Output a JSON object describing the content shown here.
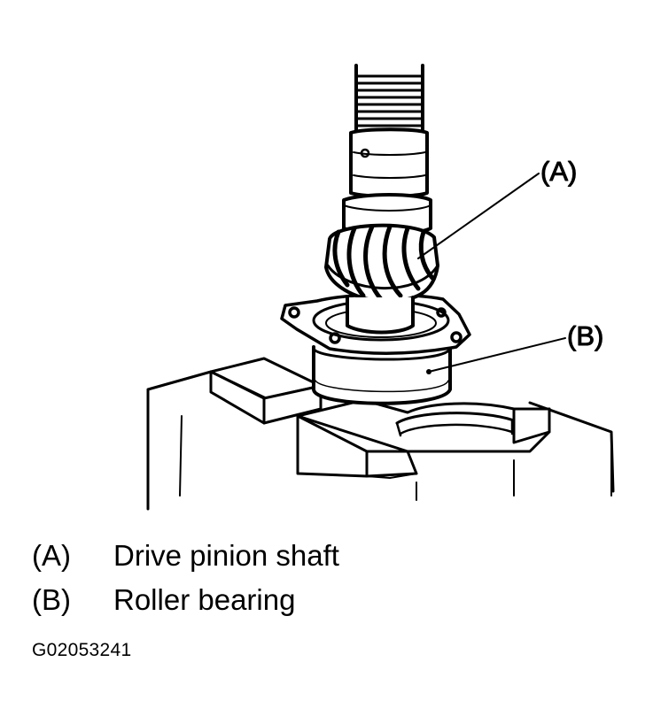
{
  "callouts": {
    "a": "(A)",
    "b": "(B)"
  },
  "legend": [
    {
      "key": "(A)",
      "text": "Drive pinion shaft"
    },
    {
      "key": "(B)",
      "text": "Roller bearing"
    }
  ],
  "figure_code": "G02053241",
  "colors": {
    "ink": "#000000",
    "paper": "#ffffff"
  }
}
